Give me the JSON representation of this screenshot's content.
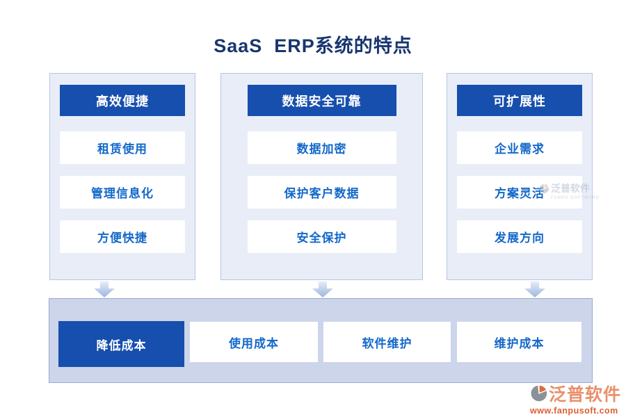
{
  "title": "SaaS  ERP系统的特点",
  "columns": [
    {
      "header": "高效便捷",
      "items": [
        "租赁使用",
        "管理信息化",
        "方便快捷"
      ]
    },
    {
      "header": "数据安全可靠",
      "items": [
        "数据加密",
        "保护客户数据",
        "安全保护"
      ]
    },
    {
      "header": "可扩展性",
      "items": [
        "企业需求",
        "方案灵活",
        "发展方向"
      ]
    }
  ],
  "bottom": {
    "items": [
      "降低成本",
      "使用成本",
      "软件维护",
      "维护成本"
    ]
  },
  "watermark": {
    "brand": "泛普软件",
    "subtext": "FANPU SOFTWARE"
  },
  "footer_logo": {
    "brand": "泛普软件",
    "url": "www.fanpusoft.com"
  },
  "colors": {
    "title_navy": "#18356F",
    "header_blue": "#164FAD",
    "item_text_blue": "#1368CA",
    "panel_bg": "#E8EDF7",
    "panel_border": "#B7C6E2",
    "bottom_panel_bg": "#CDD5EB",
    "bottom_panel_border": "#96A9D2",
    "arrow_gradient_top": "#E6EDF8",
    "arrow_gradient_bottom": "#9DB6DF",
    "logo_brand_salmon": "#E9906B",
    "logo_url_orange": "#DE5F30"
  }
}
